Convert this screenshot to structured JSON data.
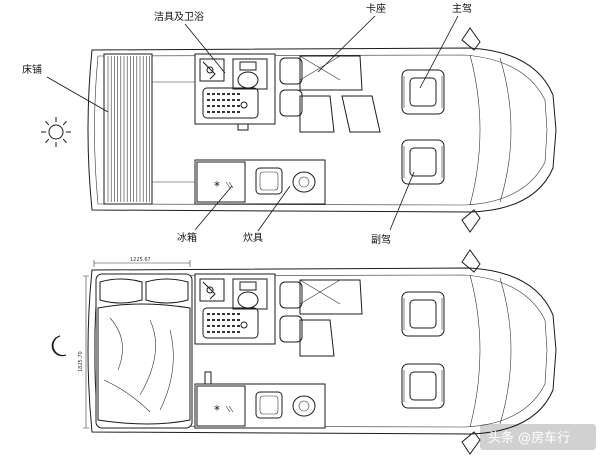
{
  "labels": {
    "bed": "床铺",
    "bath": "洁具及卫浴",
    "dinette": "卡座",
    "driver": "主驾",
    "passenger": "副驾",
    "fridge": "冰箱",
    "stove": "炊具"
  },
  "dimensions": {
    "bed_width": "1225.67",
    "bed_length": "1825.70"
  },
  "watermark": "头条 @房车行",
  "icons": [
    "sun-icon",
    "moon-icon",
    "snowflake-icon"
  ]
}
